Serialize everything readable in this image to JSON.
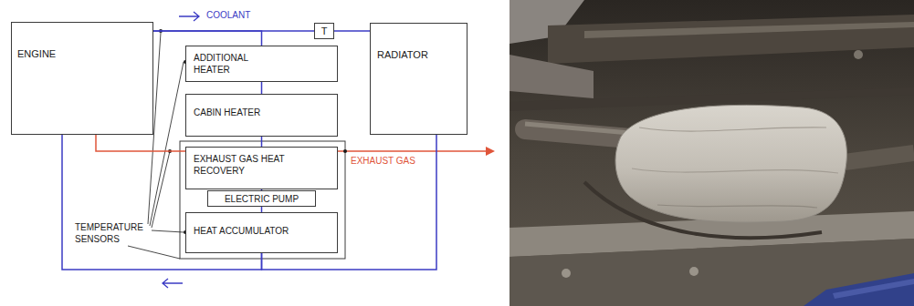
{
  "diagram": {
    "nodes": [
      {
        "text": [
          "ENGINE"
        ]
      },
      {
        "text": [
          "T"
        ]
      },
      {
        "text": [
          "RADIATOR"
        ]
      },
      {
        "text": [
          "ADDITIONAL HEATER"
        ]
      },
      {
        "text": [
          "CABIN HEATER"
        ]
      },
      {
        "text": [
          "EXHAUST GAS HEAT RECOVERY"
        ]
      },
      {
        "text": [
          "ELECTRIC PUMP"
        ]
      },
      {
        "text": [
          "HEAT ACCUMULATOR"
        ]
      }
    ],
    "edges": [
      {
        "from": 0,
        "to": 1,
        "arrow": "none"
      },
      {
        "from": 1,
        "to": 2,
        "arrow": "none"
      },
      {
        "from": 0,
        "to": 3,
        "arrow": "none"
      },
      {
        "from": 3,
        "to": 4,
        "arrow": "none"
      },
      {
        "from": 4,
        "to": 5,
        "arrow": "none"
      },
      {
        "from": 5,
        "to": 6,
        "arrow": "none"
      },
      {
        "from": 6,
        "to": 7,
        "arrow": "none"
      },
      {
        "from": 7,
        "to": 0,
        "arrow": "none"
      },
      {
        "from": 7,
        "to": 2,
        "arrow": "none"
      },
      {
        "from": 0,
        "to": 5,
        "arrow": "none"
      }
    ],
    "labels": [
      "COOLANT",
      "EXHAUST GAS",
      "TEMPERATURE SENSORS"
    ]
  }
}
